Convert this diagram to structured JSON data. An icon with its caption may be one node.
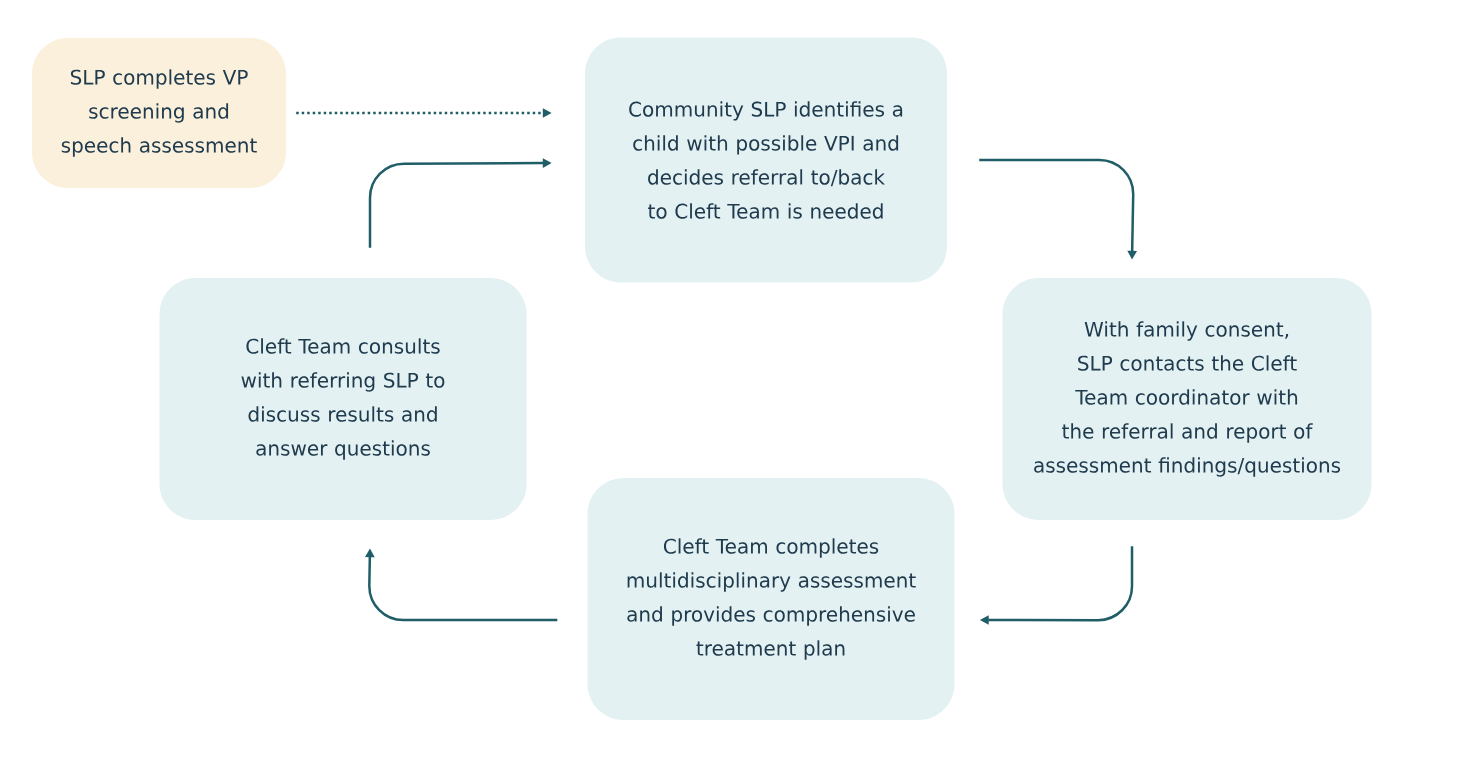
{
  "diagram": {
    "nodes": [
      {
        "text": [
          "SLP completes VP screening and speech assessment"
        ]
      },
      {
        "text": [
          "Community SLP identifies a child with possible VPI and decides referral to/back to Cleft Team is needed"
        ]
      },
      {
        "text": [
          "With family consent, SLP contacts the Cleft Team coordinator with the referral and report of assessment findings/questions"
        ]
      },
      {
        "text": [
          "Cleft Team completes multidisciplinary assessment and provides comprehensive treatment plan"
        ]
      },
      {
        "text": [
          "Cleft Team consults with referring SLP to discuss results and answer questions"
        ]
      }
    ],
    "edges": [
      {
        "from": 0,
        "to": 1,
        "arrow": "to",
        "style": "dashed"
      },
      {
        "from": 1,
        "to": 2,
        "arrow": "to"
      },
      {
        "from": 2,
        "to": 3,
        "arrow": "to"
      },
      {
        "from": 3,
        "to": 4,
        "arrow": "to"
      },
      {
        "from": 4,
        "to": 1,
        "arrow": "to"
      }
    ]
  }
}
